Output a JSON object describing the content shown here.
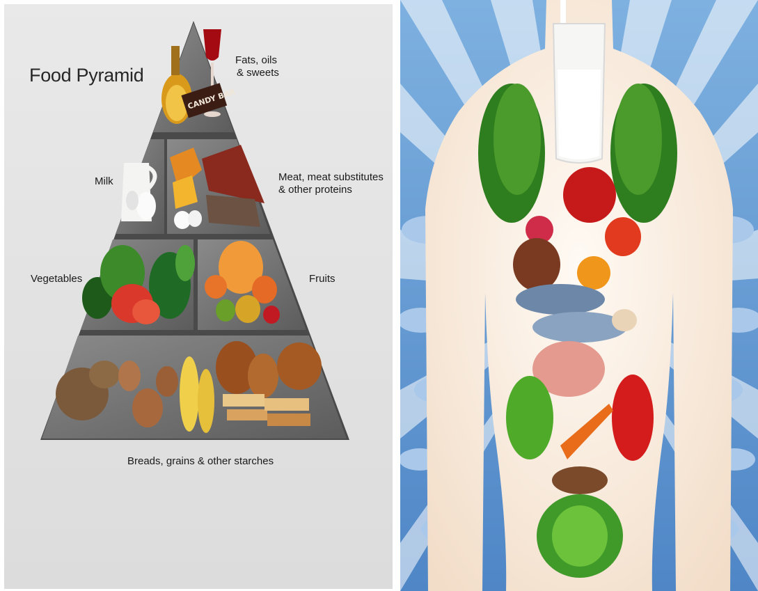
{
  "food_pyramid": {
    "title": "Food Pyramid",
    "tiers": {
      "fats": {
        "line1": "Fats, oils",
        "line2": "& sweets"
      },
      "milk": {
        "label": "Milk"
      },
      "meat": {
        "line1": "Meat, meat substitutes",
        "line2": "& other proteins"
      },
      "vegetables": {
        "label": "Vegetables"
      },
      "fruits": {
        "label": "Fruits"
      },
      "breads": {
        "label": "Breads, grains & other starches"
      }
    },
    "candy_wrapper_text": "candy bar"
  },
  "body_illustration": {
    "theme": "healthy food inside human silhouette"
  },
  "colors": {
    "pyramid_grey": "#707070",
    "panel_grey": "#e6e6e6",
    "sky_blue": "#5f95cf",
    "body_skin": "#f7e4d3"
  }
}
